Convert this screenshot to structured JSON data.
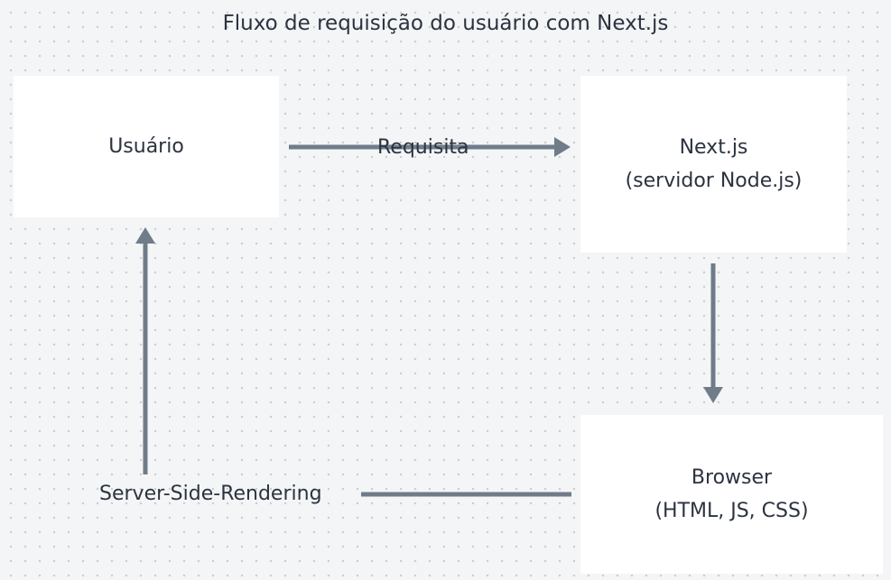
{
  "title": "Fluxo de requisição do usuário com Next.js",
  "nodes": {
    "user": {
      "lines": [
        "Usuário"
      ]
    },
    "nextjs": {
      "lines": [
        "Next.js",
        "(servidor Node.js)"
      ]
    },
    "browser": {
      "lines": [
        "Browser",
        "(HTML, JS, CSS)"
      ]
    }
  },
  "edges": {
    "request": {
      "from": "Usuário",
      "to": "Next.js",
      "label": "Requisita"
    },
    "render": {
      "from": "Next.js",
      "to": "Browser",
      "label": ""
    },
    "ssr": {
      "from": "Browser",
      "to": "Usuário",
      "label": "Server-Side-Rendering"
    }
  },
  "colors": {
    "background": "#f4f5f6",
    "dots": "#c9ccd0",
    "box": "#ffffff",
    "arrow": "#707c89",
    "text": "#2b3340"
  }
}
